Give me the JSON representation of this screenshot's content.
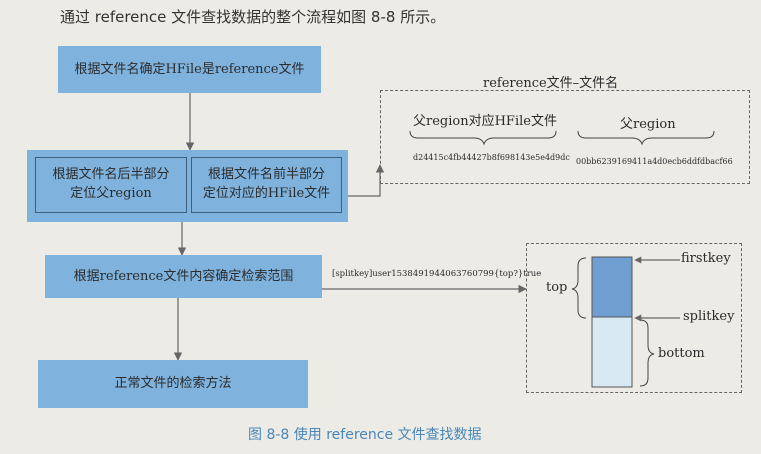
{
  "intro_text": "通过 reference 文件查找数据的整个流程如图 8-8 所示。",
  "flow": {
    "step1": "根据文件名确定HFile是reference文件",
    "step2_left": [
      "根据文件名后半部分",
      "定位父region"
    ],
    "step2_right": [
      "根据文件名前半部分",
      "定位对应的HFile文件"
    ],
    "step3": "根据reference文件内容确定检索范围",
    "step4": "正常文件的检索方法"
  },
  "filename_panel": {
    "title": "reference文件–文件名",
    "part1_label": "父region对应HFile文件",
    "part1_value": "d24415c4fb44427b8f698143e5e4d9dc",
    "part2_label": "父region",
    "part2_value": "00bb6239169411a4d0ecb6ddfdbacf66"
  },
  "reference_content": "[splitkey]user1538491944063760799{top?}true",
  "region_panel": {
    "firstkey": "firstkey",
    "splitkey": "splitkey",
    "top": "top",
    "bottom": "bottom"
  },
  "colors": {
    "box": "#7fb3de",
    "box_border": "#3d5f80",
    "top_fill": "#6f9fd0",
    "bottom_fill": "#d8e9f4"
  },
  "caption": "图 8-8   使用 reference 文件查找数据"
}
